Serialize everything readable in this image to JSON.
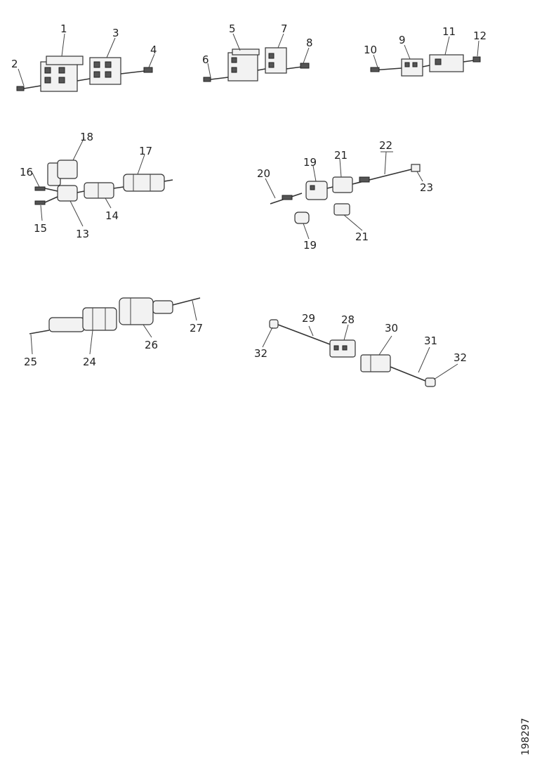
{
  "labels": {
    "p1": "1",
    "p2": "2",
    "p3": "3",
    "p4": "4",
    "p5": "5",
    "p6": "6",
    "p7": "7",
    "p8": "8",
    "p9": "9",
    "p10": "10",
    "p11": "11",
    "p12": "12",
    "p13": "13",
    "p14": "14",
    "p15": "15",
    "p16": "16",
    "p17": "17",
    "p18": "18",
    "p19a": "19",
    "p19b": "19",
    "p20": "20",
    "p21a": "21",
    "p21b": "21",
    "p22": "22",
    "p23": "23",
    "p24": "24",
    "p25": "25",
    "p26": "26",
    "p27": "27",
    "p28": "28",
    "p29": "29",
    "p30": "30",
    "p31": "31",
    "p32a": "32",
    "p32b": "32"
  },
  "reference_code": "198297"
}
